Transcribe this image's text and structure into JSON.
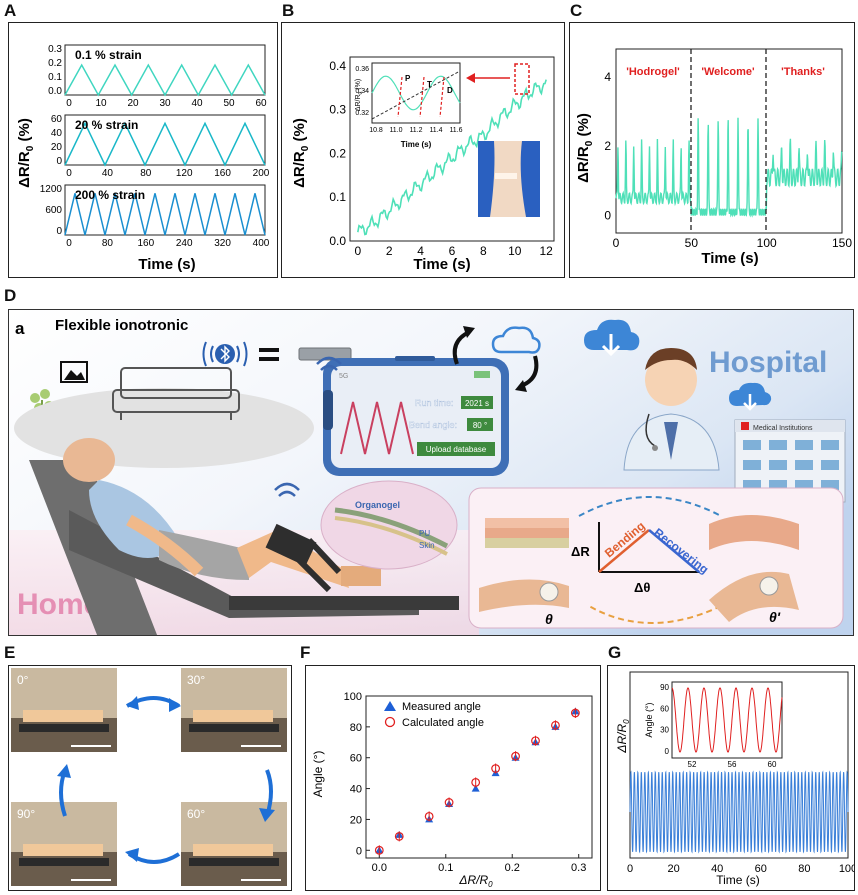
{
  "panel_labels": {
    "a": "A",
    "b": "B",
    "c": "C",
    "d": "D",
    "e": "E",
    "f": "F",
    "g": "G"
  },
  "panelA": {
    "ylabel": "ΔR/R",
    "ylabel_sub": "0",
    "ylabel_unit": " (%)",
    "xlabel": "Time (s)",
    "subplots": [
      {
        "label": "0.1 % strain",
        "yticks": [
          "0.3",
          "0.2",
          "0.1",
          "0.0"
        ],
        "xticks": [
          "0",
          "10",
          "20",
          "30",
          "40",
          "50",
          "60"
        ],
        "color": "#3fd6c0"
      },
      {
        "label": "20 % strain",
        "yticks": [
          "60",
          "40",
          "20",
          "0"
        ],
        "xticks": [
          "0",
          "40",
          "80",
          "120",
          "160",
          "200"
        ],
        "color": "#1ab8c8"
      },
      {
        "label": "200 % strain",
        "yticks": [
          "1200",
          "600",
          "0"
        ],
        "xticks": [
          "0",
          "80",
          "160",
          "240",
          "320",
          "400"
        ],
        "color": "#1a8fd0"
      }
    ]
  },
  "panelB": {
    "ylabel": "ΔR/R",
    "ylabel_sub": "0",
    "ylabel_unit": " (%)",
    "xlabel": "Time (s)",
    "yticks": [
      "0.0",
      "0.1",
      "0.2",
      "0.3",
      "0.4"
    ],
    "xticks": [
      "0",
      "2",
      "4",
      "6",
      "8",
      "10",
      "12"
    ],
    "inset": {
      "ylabel": "ΔR/R",
      "ylabel_sub": "0",
      "ylabel_unit": " (%)",
      "xlabel": "Time (s)",
      "yticks": [
        "0.36",
        "0.34",
        "0.32"
      ],
      "xticks": [
        "10.8",
        "11.0",
        "11.2",
        "11.4",
        "11.6"
      ],
      "marks": [
        "P",
        "T",
        "D"
      ]
    }
  },
  "panelC": {
    "ylabel": "ΔR/R",
    "ylabel_sub": "0",
    "ylabel_unit": " (%)",
    "xlabel": "Time (s)",
    "yticks": [
      "0",
      "2",
      "4"
    ],
    "xticks": [
      "0",
      "50",
      "100",
      "150"
    ],
    "words": [
      "'Hodrogel'",
      "'Welcome'",
      "'Thanks'"
    ]
  },
  "panelD": {
    "sublabel": "a",
    "title": "Flexible ionotronic",
    "hospital": "Hospital",
    "home": "Home",
    "medical": "Medical Institutions",
    "phone": {
      "signal": "5G",
      "run_time_label": "Run time:",
      "run_time_value": "2021 s",
      "bend_label": "Bend angle:",
      "bend_value": "80 °",
      "upload": "Upload database"
    },
    "organogel": "Organogel",
    "pu": "PU",
    "skin": "Skin",
    "delta_r": "ΔR",
    "delta_theta": "Δθ",
    "bending": "Bending",
    "recovering": "Recovering",
    "theta": "θ",
    "theta_prime": "θ'"
  },
  "panelE": {
    "angles": [
      "0°",
      "30°",
      "90°",
      "60°"
    ]
  },
  "panelF": {
    "ylabel": "Angle (°)",
    "xlabel": "ΔR/R",
    "xlabel_sub": "0",
    "yticks": [
      "0",
      "20",
      "40",
      "60",
      "80",
      "100"
    ],
    "xticks": [
      "0.0",
      "0.1",
      "0.2",
      "0.3"
    ],
    "legend": [
      "Measured angle",
      "Calculated angle"
    ]
  },
  "panelG": {
    "ylabel": "ΔR/R",
    "ylabel_sub": "0",
    "xlabel": "Time (s)",
    "xticks": [
      "0",
      "20",
      "40",
      "60",
      "80",
      "100"
    ],
    "inset": {
      "ylabel": "Angle (°)",
      "yticks": [
        "90",
        "60",
        "30",
        "0"
      ],
      "xticks": [
        "52",
        "56",
        "60"
      ]
    }
  },
  "chart_data": [
    {
      "type": "line",
      "panel": "A-top",
      "x": [
        0,
        5,
        10,
        15,
        20,
        25,
        30,
        35,
        40,
        45,
        50,
        55,
        60
      ],
      "values": [
        0,
        0.18,
        0,
        0.18,
        0,
        0.18,
        0,
        0.18,
        0,
        0.18,
        0,
        0.18,
        0
      ],
      "ylim": [
        0,
        0.3
      ],
      "xlim": [
        0,
        60
      ],
      "xlabel": "Time (s)",
      "ylabel": "ΔR/R0 (%)"
    },
    {
      "type": "line",
      "panel": "A-middle",
      "x": [
        0,
        20,
        40,
        60,
        80,
        100,
        120,
        140,
        160,
        180,
        200
      ],
      "values": [
        0,
        50,
        0,
        50,
        0,
        50,
        0,
        50,
        0,
        50,
        0
      ],
      "ylim": [
        0,
        60
      ],
      "xlim": [
        0,
        200
      ],
      "xlabel": "Time (s)",
      "ylabel": "ΔR/R0 (%)"
    },
    {
      "type": "line",
      "panel": "A-bottom",
      "x": [
        0,
        20,
        40,
        60,
        80,
        100,
        120,
        140,
        160,
        180,
        200,
        220,
        240,
        260,
        280,
        300,
        320,
        340,
        360,
        380,
        400
      ],
      "values": [
        0,
        1000,
        0,
        1000,
        0,
        1000,
        0,
        1000,
        0,
        1000,
        0,
        1000,
        0,
        1000,
        0,
        1000,
        0,
        1000,
        0,
        1000,
        0
      ],
      "ylim": [
        0,
        1200
      ],
      "xlim": [
        0,
        400
      ],
      "xlabel": "Time (s)",
      "ylabel": "ΔR/R0 (%)"
    },
    {
      "type": "line",
      "panel": "B",
      "x": [
        0,
        1,
        2,
        3,
        4,
        5,
        6,
        7,
        8,
        9,
        10,
        11,
        12
      ],
      "values": [
        0.02,
        0.04,
        0.07,
        0.1,
        0.13,
        0.16,
        0.19,
        0.22,
        0.24,
        0.28,
        0.31,
        0.34,
        0.36
      ],
      "ylim": [
        0,
        0.42
      ],
      "xlim": [
        -0.5,
        12.5
      ],
      "xlabel": "Time (s)",
      "ylabel": "ΔR/R0 (%)"
    },
    {
      "type": "line",
      "panel": "C",
      "x": [
        0,
        10,
        20,
        30,
        40,
        50,
        60,
        70,
        80,
        90,
        100,
        110,
        120,
        130,
        140,
        150
      ],
      "values": [
        0.3,
        2.2,
        0.4,
        2.0,
        0.3,
        0.5,
        2.8,
        0.1,
        3.0,
        0.1,
        1.0,
        2.5,
        1.2,
        2.0,
        1.1,
        1.5
      ],
      "ylim": [
        -0.5,
        4.8
      ],
      "xlim": [
        0,
        150
      ],
      "xlabel": "Time (s)",
      "ylabel": "ΔR/R0 (%)"
    },
    {
      "type": "scatter",
      "panel": "F",
      "series": [
        {
          "name": "Measured angle",
          "x": [
            0.0,
            0.03,
            0.075,
            0.105,
            0.145,
            0.175,
            0.205,
            0.235,
            0.265,
            0.295
          ],
          "values": [
            0,
            10,
            20,
            30,
            40,
            50,
            60,
            70,
            80,
            90
          ]
        },
        {
          "name": "Calculated angle",
          "x": [
            0.0,
            0.03,
            0.075,
            0.105,
            0.145,
            0.175,
            0.205,
            0.235,
            0.265,
            0.295
          ],
          "values": [
            0,
            9,
            22,
            31,
            44,
            53,
            61,
            71,
            81,
            89
          ]
        }
      ],
      "xlim": [
        -0.02,
        0.32
      ],
      "ylim": [
        -5,
        100
      ],
      "xlabel": "ΔR/R0",
      "ylabel": "Angle (°)"
    },
    {
      "type": "line",
      "panel": "G",
      "xlim": [
        0,
        100
      ],
      "xlabel": "Time (s)",
      "ylabel": "ΔR/R0",
      "period": 1.6
    },
    {
      "type": "line",
      "panel": "G-inset",
      "xlim": [
        50,
        61
      ],
      "ylim": [
        0,
        90
      ],
      "ylabel": "Angle (°)",
      "period": 1.6
    }
  ]
}
